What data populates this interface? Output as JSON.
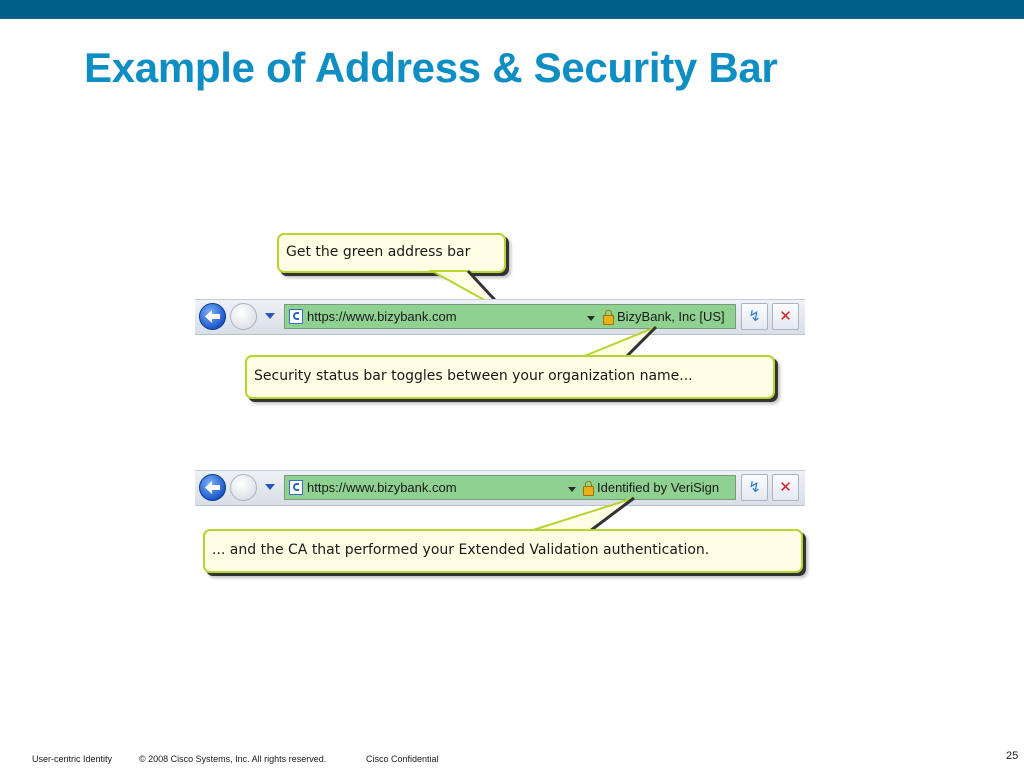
{
  "slide": {
    "title": "Example of Address & Security Bar",
    "page_number": "25"
  },
  "footer": {
    "project": "User-centric Identity",
    "copyright": "© 2008 Cisco Systems, Inc. All rights reserved.",
    "classification": "Cisco Confidential"
  },
  "colors": {
    "header_band": "#005f87",
    "title": "#0e8ec3",
    "address_bar_green": "#8fd190",
    "callout_fill": "#fffde3",
    "callout_border": "#b5d530"
  },
  "browser_bar_1": {
    "url": "https://www.bizybank.com",
    "security_status": "BizyBank, Inc [US]",
    "icons": [
      "back-arrow-icon",
      "forward-arrow-icon",
      "history-dropdown-icon",
      "page-icon",
      "lock-icon",
      "refresh-icon",
      "stop-icon"
    ]
  },
  "browser_bar_2": {
    "url": "https://www.bizybank.com",
    "security_status": "Identified by VeriSign",
    "icons": [
      "back-arrow-icon",
      "forward-arrow-icon",
      "history-dropdown-icon",
      "page-icon",
      "lock-icon",
      "refresh-icon",
      "stop-icon"
    ]
  },
  "callouts": {
    "green_bar": "Get the green address bar",
    "org_name": "Security status bar toggles between your organization name...",
    "ca_name": "... and the CA that performed your Extended Validation authentication."
  }
}
